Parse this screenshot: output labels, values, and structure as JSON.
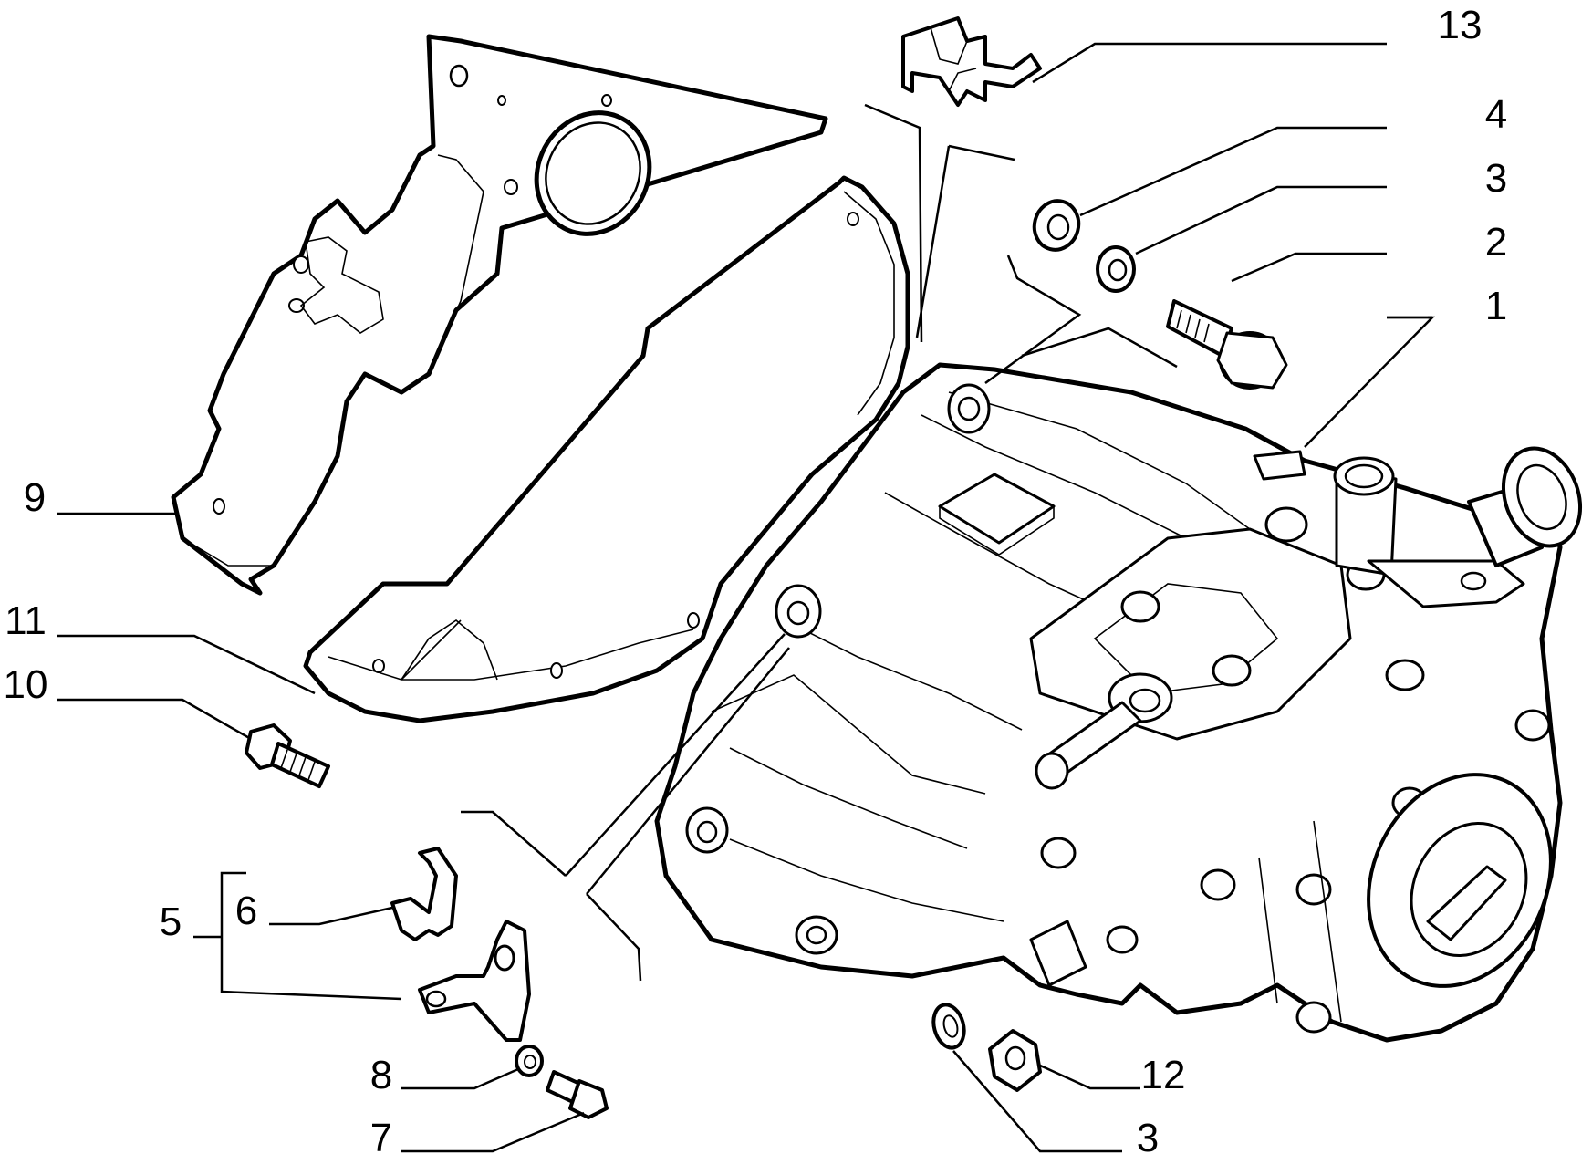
{
  "callouts": {
    "c1": "1",
    "c2": "2",
    "c3a": "3",
    "c3b": "3",
    "c4": "4",
    "c5": "5",
    "c6": "6",
    "c7": "7",
    "c8": "8",
    "c9": "9",
    "c10": "10",
    "c11": "11",
    "c12": "12",
    "c13": "13"
  }
}
